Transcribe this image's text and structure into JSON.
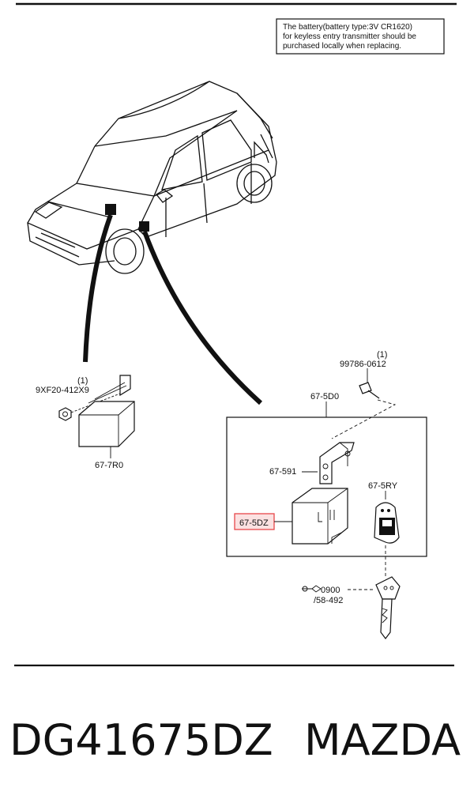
{
  "note": {
    "lines": [
      "The battery(battery type:3V CR1620)",
      "for keyless entry transmitter should be",
      "purchased locally when replacing."
    ]
  },
  "parts": {
    "bolt_top": {
      "label": "99786-0612",
      "qty": "(1)"
    },
    "assembly": {
      "label": "67-5D0"
    },
    "left_bolt": {
      "label": "9XF20-412X9",
      "qty": "(1)"
    },
    "left_unit": {
      "label": "67-7R0"
    },
    "bracket": {
      "label": "67-591"
    },
    "transmitter": {
      "label": "67-5RY"
    },
    "control_unit": {
      "label": "67-5DZ"
    },
    "key_ref": {
      "label": "0900",
      "sub": "/58-492"
    }
  },
  "highlight_color": "#e8474a",
  "footer": {
    "part_number": "DG41675DZ",
    "brand": "MAZDA"
  }
}
